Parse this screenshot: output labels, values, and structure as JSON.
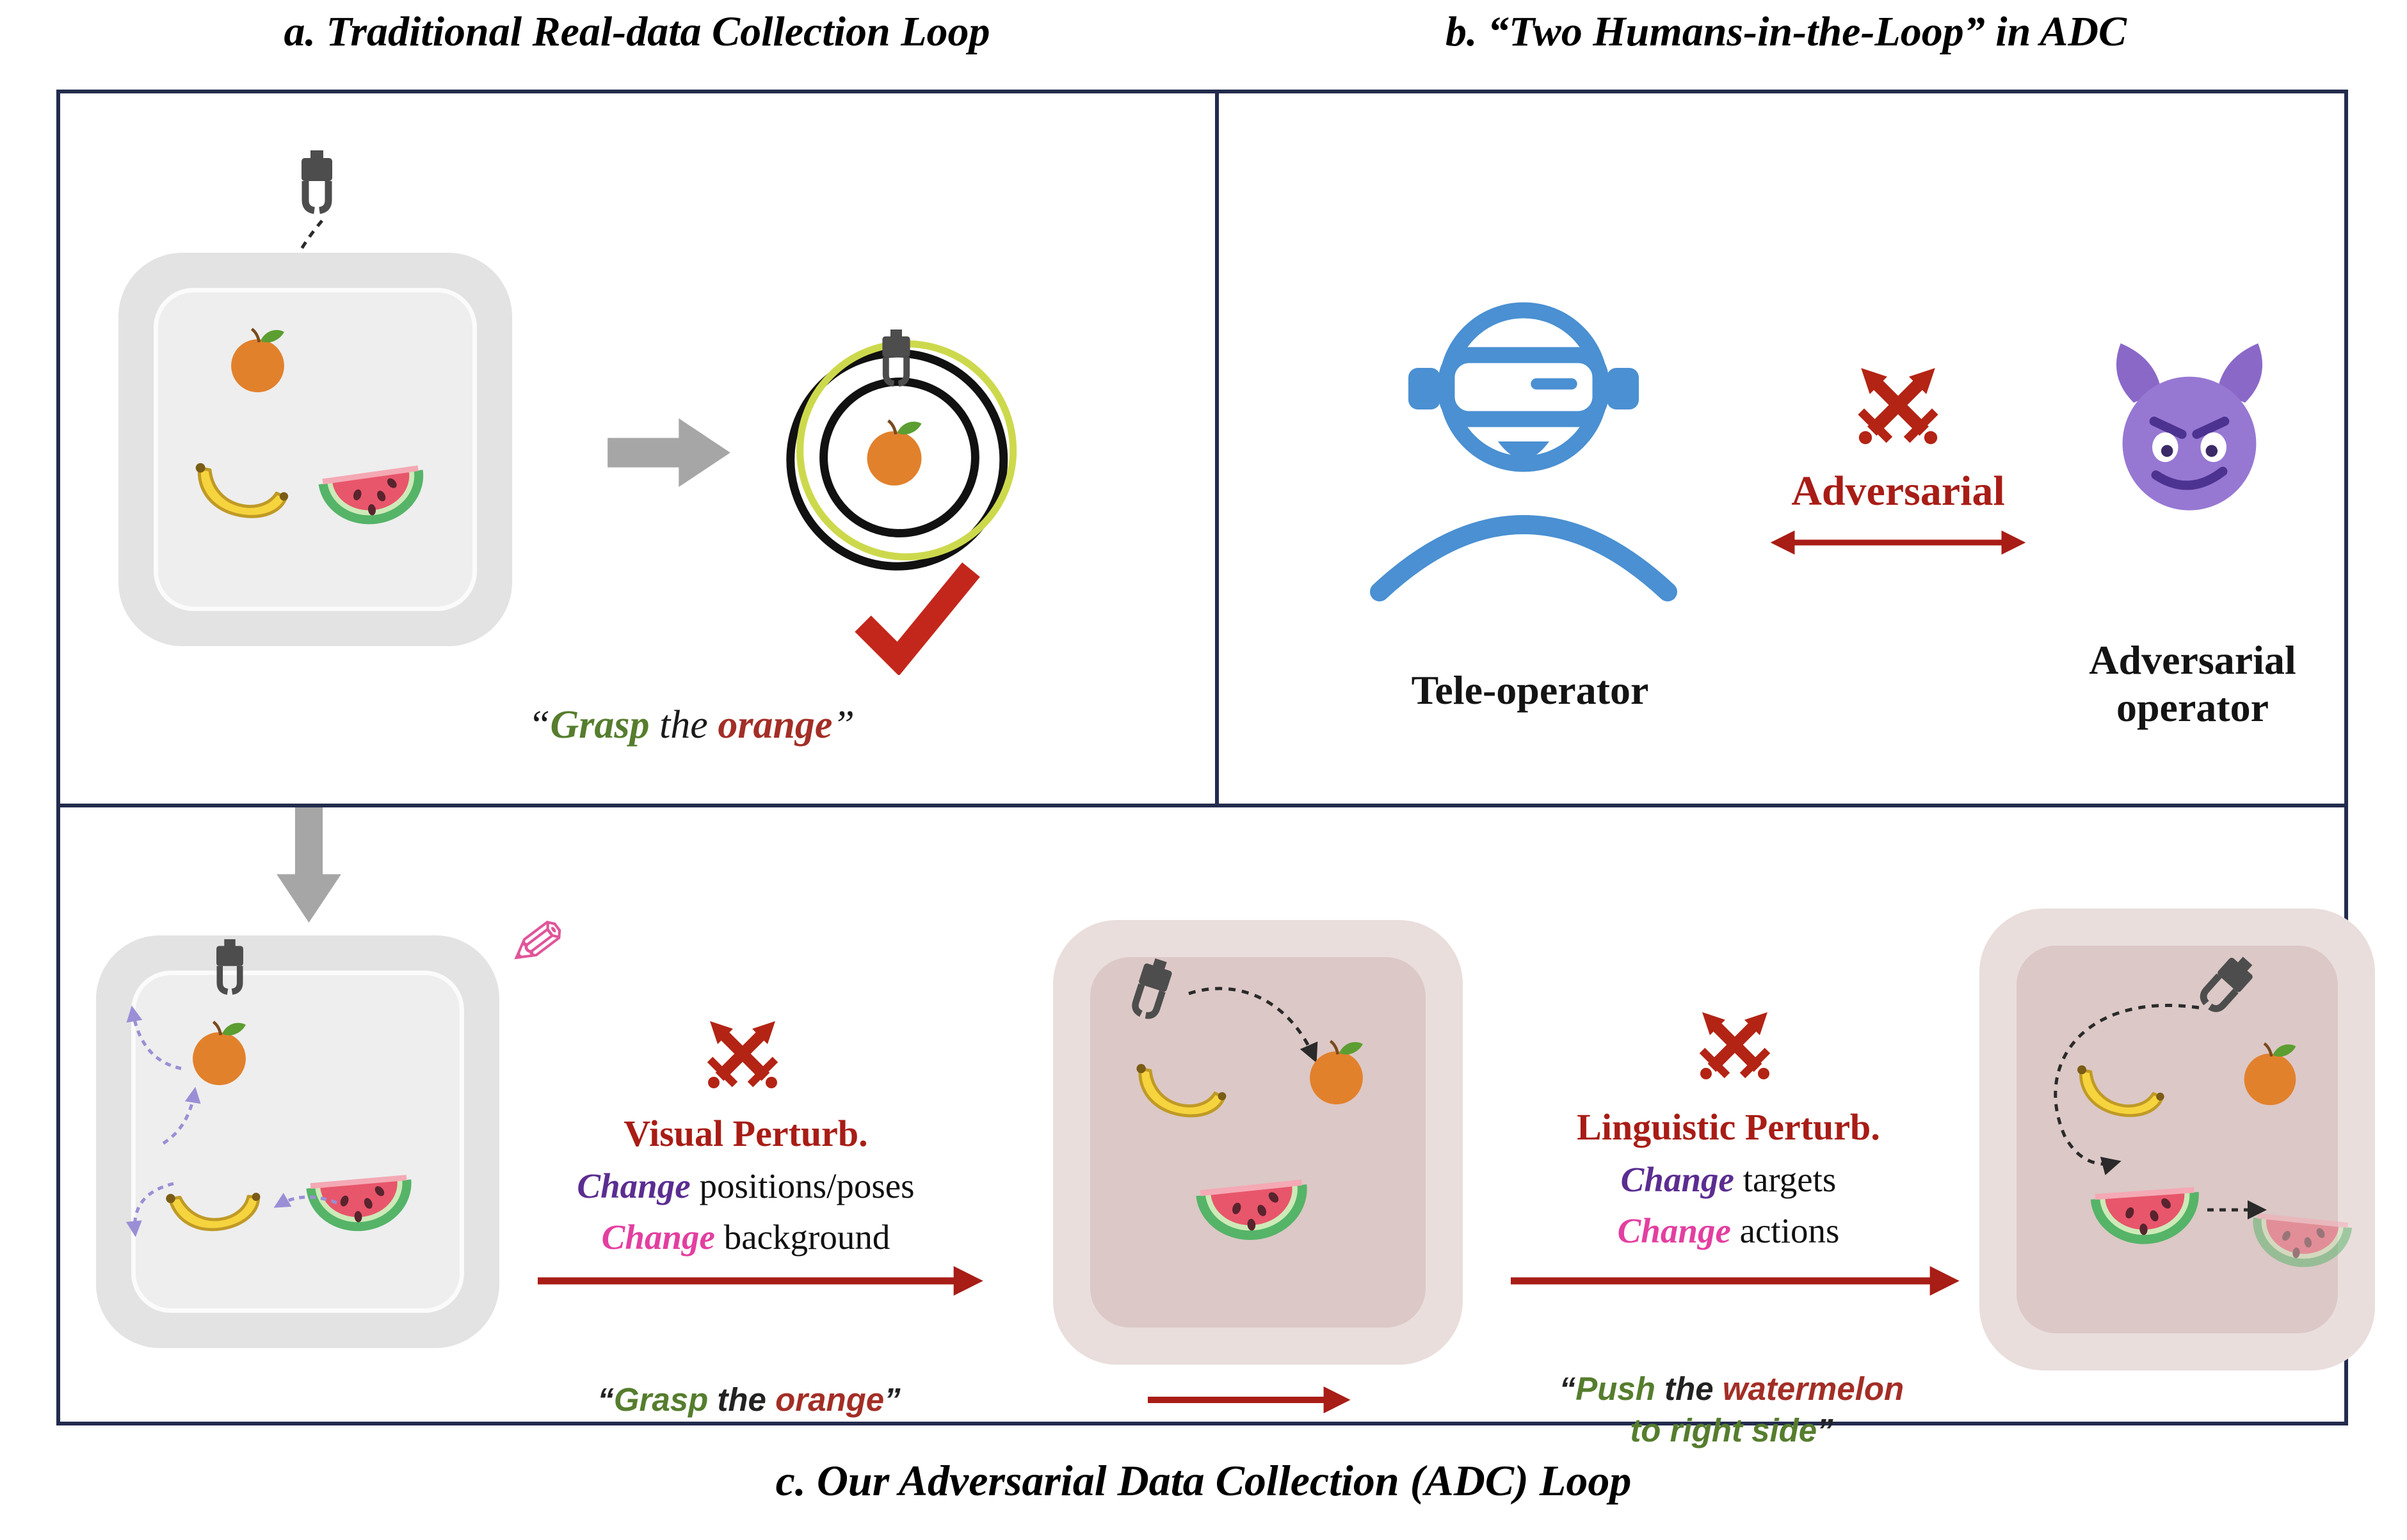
{
  "panel_a": {
    "title": "a. Traditional Real-data Collection Loop",
    "caption": {
      "open": "“",
      "grasp": "Grasp",
      "mid": " the ",
      "orange": "orange",
      "close": "”"
    }
  },
  "panel_b": {
    "title": "b. “Two Humans-in-the-Loop” in ADC",
    "tele_operator_label": "Tele-operator",
    "adversarial_label": "Adversarial",
    "adversarial_operator_label": "Adversarial operator"
  },
  "panel_c": {
    "title": "c. Our Adversarial Data Collection (ADC) Loop",
    "visual_perturb": {
      "heading": "Visual Perturb.",
      "line1_em": "Change",
      "line1_rest": " positions/poses",
      "line2_em": "Change",
      "line2_rest": " background"
    },
    "linguistic_perturb": {
      "heading": "Linguistic Perturb.",
      "line1_em": "Change",
      "line1_rest": " targets",
      "line2_em": "Change",
      "line2_rest": " actions"
    },
    "caption_grasp": {
      "open": "“",
      "grasp": "Grasp",
      "mid": " the ",
      "orange": "orange",
      "close": "”"
    },
    "caption_push": {
      "open": "“",
      "push": "Push",
      "mid": " the ",
      "watermelon": "watermelon",
      "line2": "to right side",
      "close": "”"
    }
  },
  "icons": {
    "pencil_glyph": "✎",
    "gripper": "robot-gripper-icon",
    "orange": "orange-icon",
    "banana": "banana-icon",
    "watermelon": "watermelon-slice-icon",
    "camera_lens": "camera-lens-icon",
    "checkmark": "red-checkmark-icon",
    "vr_person": "teleoperator-vr-headset-icon",
    "crossed_swords": "crossed-swords-icon",
    "devil": "purple-devil-icon"
  },
  "colors": {
    "border": "#232c4d",
    "adversarial_red": "#a81d16",
    "grasp_green": "#567d2e",
    "object_maroon": "#a32e26",
    "change_purple": "#5b2d91",
    "change_magenta": "#e33fa1",
    "teleop_blue": "#4a90d2",
    "devil_purple": "#9678d3"
  }
}
